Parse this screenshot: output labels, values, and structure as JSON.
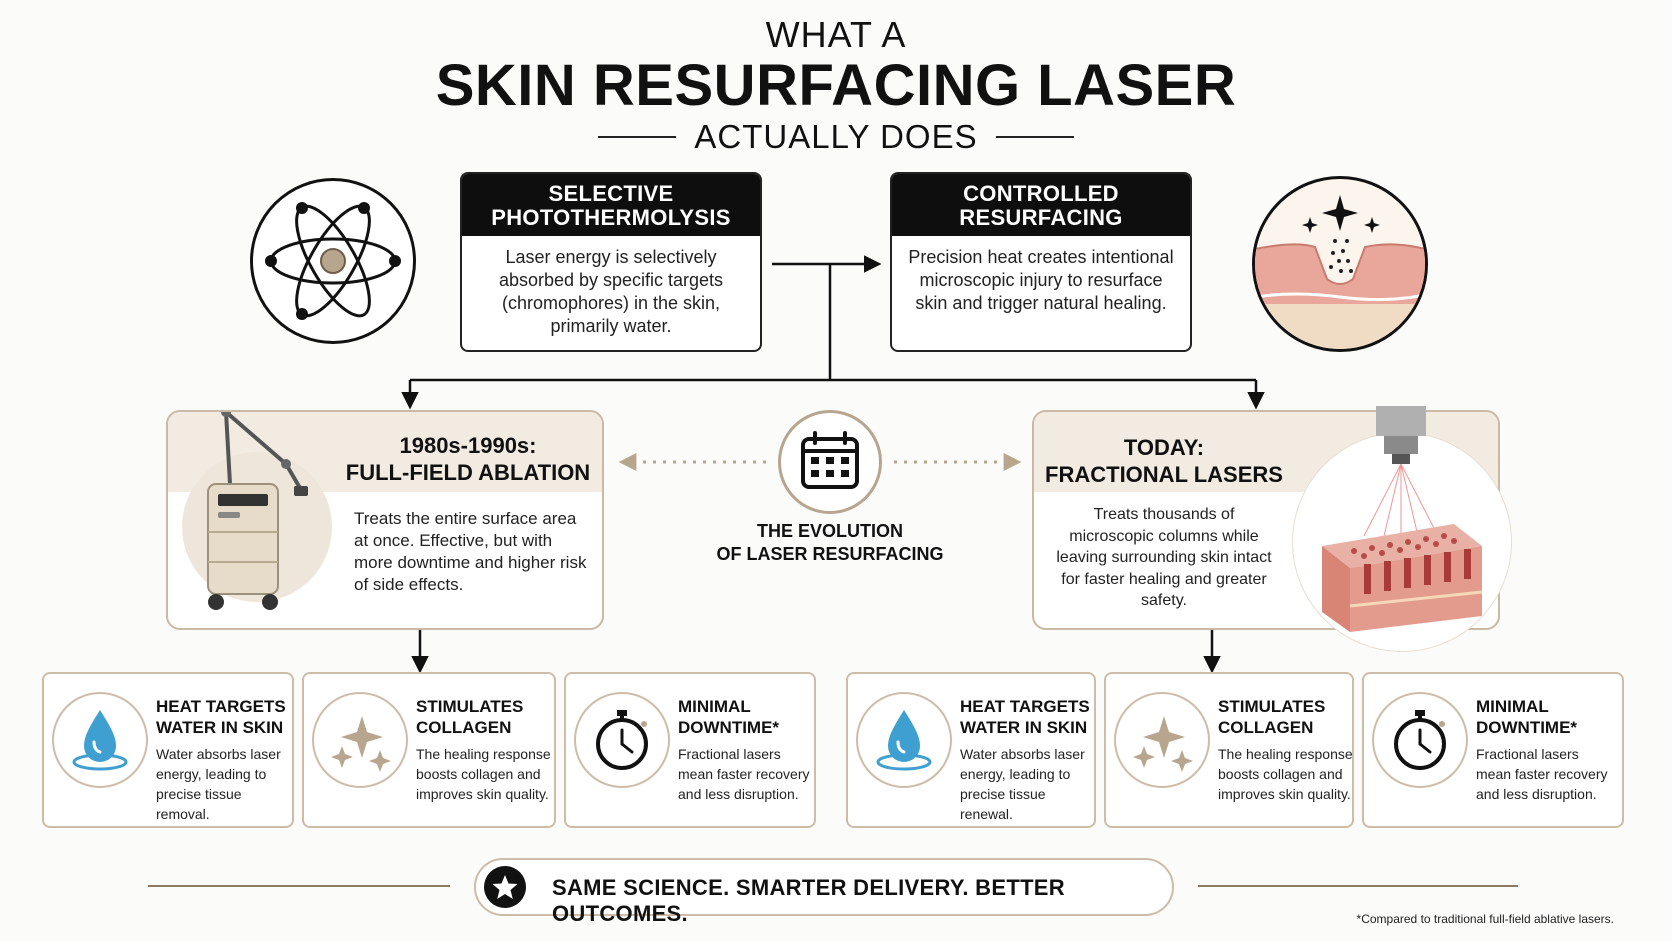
{
  "title": {
    "line1": "WHAT A",
    "line2": "SKIN RESURFACING LASER",
    "line3": "ACTUALLY DOES"
  },
  "concepts": [
    {
      "heading_1": "SELECTIVE",
      "heading_2": "PHOTOTHERMOLYSIS",
      "body": "Laser energy is selectively absorbed by specific targets (chromophores) in the skin, primarily water.",
      "icon": "atom-icon"
    },
    {
      "heading_1": "CONTROLLED",
      "heading_2": "RESURFACING",
      "body": "Precision heat creates intentional microscopic injury to resurface skin and trigger natural healing.",
      "icon": "skin-cross-section-icon"
    }
  ],
  "evolution": {
    "label_1": "THE EVOLUTION",
    "label_2": "OF LASER RESURFACING",
    "icon": "calendar-icon"
  },
  "eras": [
    {
      "title_1": "1980s-1990s:",
      "title_2": "FULL-FIELD ABLATION",
      "body": "Treats the entire surface area at once. Effective, but with more downtime and higher risk of side effects.",
      "icon": "laser-machine-icon"
    },
    {
      "title_1": "TODAY:",
      "title_2": "FRACTIONAL LASERS",
      "body": "Treats thousands of microscopic columns while leaving surrounding skin intact for faster healing and greater safety.",
      "icon": "fractional-laser-icon"
    }
  ],
  "features": [
    {
      "title_1": "HEAT TARGETS",
      "title_2": "WATER IN SKIN",
      "body": "Water absorbs laser energy, leading to precise tissue removal.",
      "icon": "water-drop-icon"
    },
    {
      "title_1": "STIMULATES",
      "title_2": "COLLAGEN",
      "body": "The healing response boosts collagen and improves skin quality.",
      "icon": "sparkle-icon"
    },
    {
      "title_1": "MINIMAL",
      "title_2": "DOWNTIME*",
      "body": "Fractional lasers mean faster recovery and less disruption.",
      "icon": "stopwatch-icon"
    },
    {
      "title_1": "HEAT TARGETS",
      "title_2": "WATER IN SKIN",
      "body": "Water absorbs laser energy, leading to precise tissue renewal.",
      "icon": "water-drop-icon"
    },
    {
      "title_1": "STIMULATES",
      "title_2": "COLLAGEN",
      "body": "The healing response boosts collagen and improves skin quality.",
      "icon": "sparkle-icon"
    },
    {
      "title_1": "MINIMAL",
      "title_2": "DOWNTIME*",
      "body": "Fractional lasers mean faster recovery and less disruption.",
      "icon": "stopwatch-icon"
    }
  ],
  "banner": {
    "text": "SAME SCIENCE. SMARTER DELIVERY. BETTER OUTCOMES.",
    "icon": "star-icon"
  },
  "footnote": "*Compared to traditional full-field ablative lasers.",
  "colors": {
    "accent": "#c9b9a5",
    "dark": "#0e0e0e",
    "water": "#3f9fd0",
    "gold": "#b8a58e",
    "skin": "#e8a79a"
  }
}
